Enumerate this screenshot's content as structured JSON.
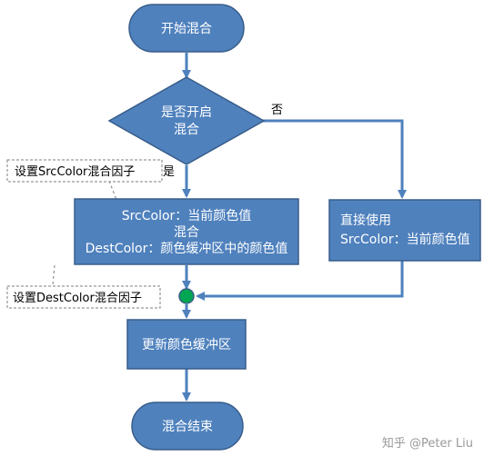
{
  "colors": {
    "node_fill": "#4f81bd",
    "node_stroke": "#385d8a",
    "arrow": "#4f81bd",
    "merge_dot": "#00a651",
    "note_border": "#7f7f7f"
  },
  "nodes": {
    "start": "开始混合",
    "decision_line1": "是否开启",
    "decision_line2": "混合",
    "blend_line1": "SrcColor：当前颜色值",
    "blend_line2": "混合",
    "blend_line3": "DestColor：颜色缓冲区中的颜色值",
    "direct_line1": "直接使用",
    "direct_line2": "SrcColor：当前颜色值",
    "update": "更新颜色缓冲区",
    "end": "混合结束"
  },
  "edges": {
    "yes_label": "是",
    "no_label": "否"
  },
  "notes": {
    "src_factor": "设置SrcColor混合因子",
    "dest_factor": "设置DestColor混合因子"
  },
  "watermark": "知乎 @Peter Liu"
}
